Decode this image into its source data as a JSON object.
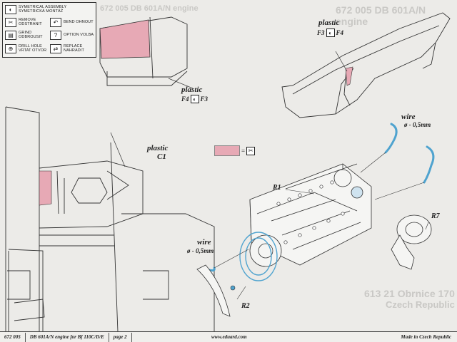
{
  "legend": {
    "items": [
      {
        "text": "SYMETRICAL ASSEMBLY SYMETRICKÁ MONTÁŽ",
        "icon": "symmetry-icon"
      },
      {
        "text": "REMOVE ODSTRANIT",
        "icon": "remove-icon"
      },
      {
        "text": "BEND OHNOUT",
        "icon": "bend-icon"
      },
      {
        "text": "GRIND ODBROUSIT",
        "icon": "grind-icon"
      },
      {
        "text": "OPTION VOLBA",
        "icon": "option-icon"
      },
      {
        "text": "DRILL HOLE VRTAT OTVOR",
        "icon": "drill-icon"
      },
      {
        "text": "REPLACE NAHRADIT",
        "icon": "replace-icon"
      }
    ]
  },
  "labels": {
    "plastic_top_right": "plastic",
    "part_f3": "F3",
    "part_f4": "F4",
    "plastic_center": "plastic",
    "part_f4_b": "F4",
    "part_f3_b": "F3",
    "plastic_c1_label": "plastic",
    "part_c1": "C1",
    "wire_right": "wire",
    "wire_right_dim": "ø - 0,5mm",
    "wire_left": "wire",
    "wire_left_dim": "ø - 0,5mm",
    "part_r1": "R1",
    "part_r2": "R2",
    "part_r7": "R7"
  },
  "footer": {
    "code": "672 005",
    "title": "DB 601A/N engine for Bf 110C/D/E",
    "page": "page 2",
    "website": "www.eduard.com",
    "made_in": "Made in Czech Republic"
  },
  "colors": {
    "pink": "#e7a9b5",
    "wire_blue": "#4fa3cf",
    "line": "#333333"
  }
}
